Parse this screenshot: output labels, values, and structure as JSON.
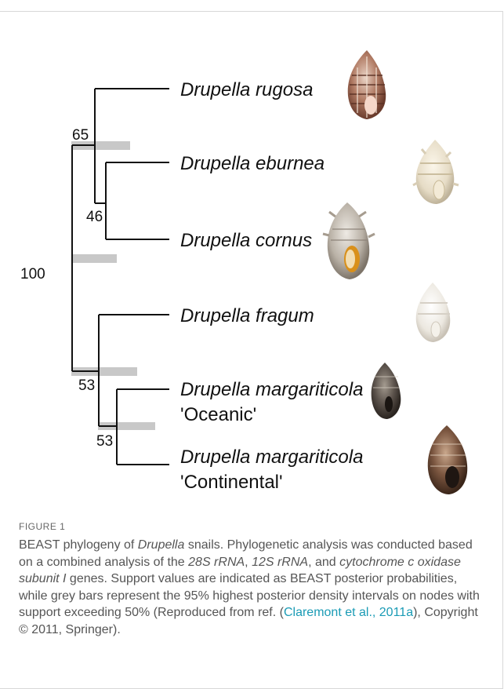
{
  "figure": {
    "label": "FIGURE 1",
    "caption": {
      "part1": "BEAST phylogeny of ",
      "genus": "Drupella",
      "part2": " snails. Phylogenetic analysis was conducted based on a combined analysis of the ",
      "gene1": "28S rRNA",
      "sep1": ", ",
      "gene2": "12S rRNA",
      "sep2": ", and ",
      "gene3": "cytochrome c oxidase subunit I",
      "part3": " genes. Support values are indicated as BEAST posterior probabilities, while grey bars represent the 95% highest posterior density intervals on nodes with support exceeding 50% (Reproduced from ref. (",
      "ref_link": "Claremont et al., 2011a",
      "part4": "), Copyright © 2011, Springer)."
    }
  },
  "tree": {
    "taxa": [
      {
        "name": "Drupella rugosa",
        "sub": ""
      },
      {
        "name": "Drupella eburnea",
        "sub": ""
      },
      {
        "name": "Drupella cornus",
        "sub": ""
      },
      {
        "name": "Drupella fragum",
        "sub": ""
      },
      {
        "name": "Drupella margariticola",
        "sub": "'Oceanic'"
      },
      {
        "name": "Drupella margariticola",
        "sub": "'Continental'"
      }
    ],
    "support_values": [
      "65",
      "46",
      "100",
      "53",
      "53"
    ],
    "colors": {
      "branch": "#111111",
      "hpd_bar": "#c8c8c8"
    }
  }
}
